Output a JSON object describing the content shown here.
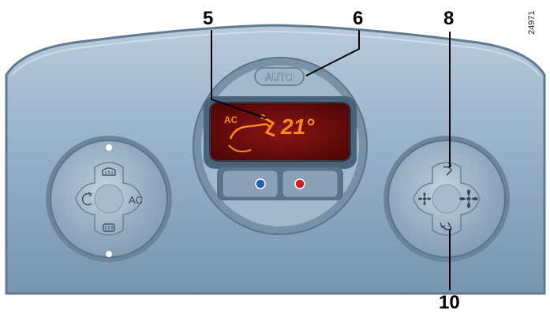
{
  "callouts": [
    "5",
    "6",
    "8",
    "10"
  ],
  "figure_id": "24971",
  "display": {
    "ac_label": "AC",
    "temperature": "21°",
    "auto_button": "AUTO"
  },
  "left_knob": {
    "top_label": "defrost-windshield-icon",
    "left_label": "recirculation-icon",
    "right_label": "AC",
    "bottom_label": "rear-defrost-icon"
  },
  "right_knob": {
    "top_label": "airflow-upper-icon",
    "left_label": "fan-low-icon",
    "right_label": "fan-high-icon",
    "bottom_label": "airflow-lower-icon"
  },
  "colors": {
    "panel": "#8eaac2",
    "display_bg": "#7a0d0d",
    "display_text": "#ff8a1c",
    "cool_dot": "#1f5fb8",
    "warm_dot": "#cc1f1f"
  }
}
